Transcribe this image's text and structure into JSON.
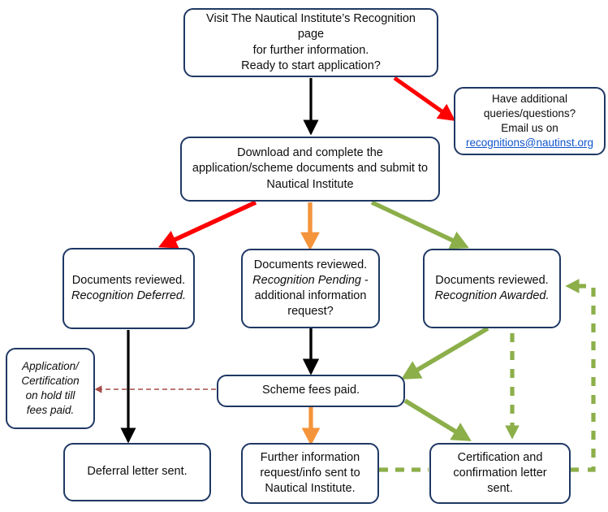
{
  "diagram": {
    "title": "Nautical Institute Recognition Application Process Flowchart",
    "colors": {
      "box_border": "#1F3864",
      "text": "#0d0d0d",
      "link": "#1155cc",
      "arrow_black": "#000000",
      "arrow_red": "#FF0000",
      "arrow_orange": "#F4943B",
      "arrow_green": "#8CAF4A",
      "arrow_darkred_dashed": "#A64B49"
    }
  },
  "nodes": {
    "start": {
      "name": "visit-recognition-page",
      "line1": "Visit The Nautical Institute’s Recognition page",
      "line2": "for further information.",
      "line3": "Ready to start application?"
    },
    "queries": {
      "name": "additional-queries",
      "line1": "Have additional",
      "line2": "queries/questions?",
      "line3": "Email us on",
      "email": "recognitions@nautinst.org"
    },
    "download": {
      "name": "download-and-submit",
      "line1": "Download and complete the",
      "line2": "application/scheme documents and submit to",
      "line3": "Nautical Institute"
    },
    "deferred": {
      "name": "recognition-deferred",
      "line1": "Documents reviewed.",
      "line2_italic": "Recognition Deferred."
    },
    "pending": {
      "name": "recognition-pending",
      "line1": "Documents reviewed.",
      "line2_italic": "Recognition Pending",
      "line2_tail": " -",
      "line3": "additional information",
      "line4": "request?"
    },
    "awarded": {
      "name": "recognition-awarded",
      "line1": "Documents reviewed.",
      "line2_italic": "Recognition Awarded."
    },
    "onhold": {
      "name": "application-on-hold",
      "line1": "Application/",
      "line2": "Certification",
      "line3": "on hold till",
      "line4": "fees paid."
    },
    "fees": {
      "name": "scheme-fees-paid",
      "line1": "Scheme fees paid."
    },
    "deferral_letter": {
      "name": "deferral-letter-sent",
      "line1": "Deferral letter sent."
    },
    "further_info": {
      "name": "further-information-sent",
      "line1": "Further information",
      "line2": "request/info sent to",
      "line3": "Nautical Institute."
    },
    "certification": {
      "name": "certification-letter-sent",
      "line1": "Certification and",
      "line2": "confirmation letter",
      "line3": "sent."
    }
  },
  "edges": [
    {
      "name": "start-to-download",
      "from": "start",
      "to": "download",
      "style": "solid",
      "color": "#000000"
    },
    {
      "name": "start-to-queries",
      "from": "start",
      "to": "queries",
      "style": "solid",
      "color": "#FF0000"
    },
    {
      "name": "download-to-deferred",
      "from": "download",
      "to": "deferred",
      "style": "solid",
      "color": "#FF0000"
    },
    {
      "name": "download-to-pending",
      "from": "download",
      "to": "pending",
      "style": "solid",
      "color": "#F4943B"
    },
    {
      "name": "download-to-awarded",
      "from": "download",
      "to": "awarded",
      "style": "solid",
      "color": "#8CAF4A"
    },
    {
      "name": "deferred-to-deferral-letter",
      "from": "deferred",
      "to": "deferral_letter",
      "style": "solid",
      "color": "#000000"
    },
    {
      "name": "fees-to-onhold",
      "from": "fees",
      "to": "onhold",
      "style": "dashed",
      "color": "#A64B49"
    },
    {
      "name": "pending-to-fees",
      "from": "pending",
      "to": "fees",
      "style": "solid",
      "color": "#000000"
    },
    {
      "name": "fees-to-further-info",
      "from": "fees",
      "to": "further_info",
      "style": "solid",
      "color": "#F4943B"
    },
    {
      "name": "awarded-to-fees",
      "from": "awarded",
      "to": "fees",
      "style": "solid",
      "color": "#8CAF4A"
    },
    {
      "name": "fees-to-certification",
      "from": "fees",
      "to": "certification",
      "style": "solid",
      "color": "#8CAF4A"
    },
    {
      "name": "awarded-to-certification",
      "from": "awarded",
      "to": "certification",
      "style": "dashed",
      "color": "#8CAF4A"
    },
    {
      "name": "further-info-to-certification",
      "from": "further_info",
      "to": "certification",
      "style": "dashed",
      "color": "#8CAF4A"
    },
    {
      "name": "certification-loop-to-awarded",
      "from": "certification",
      "to": "awarded",
      "style": "dashed",
      "color": "#8CAF4A"
    }
  ]
}
